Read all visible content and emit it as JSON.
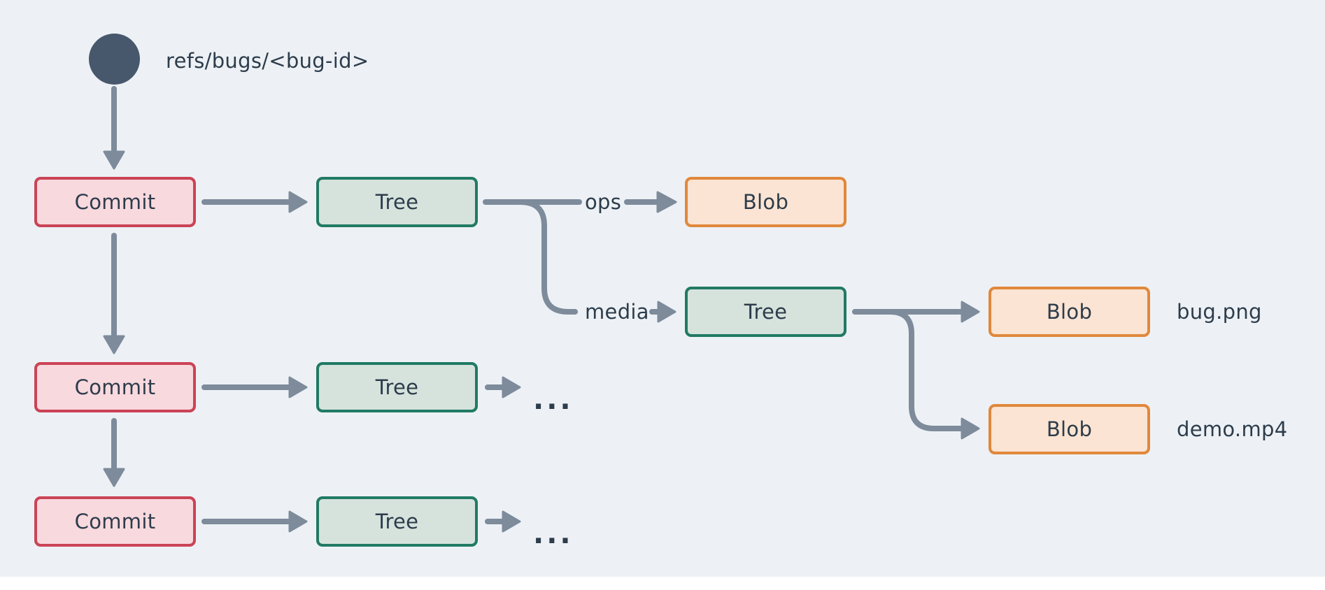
{
  "ref": {
    "label": "refs/bugs/<bug-id>"
  },
  "nodes": {
    "commit_1": "Commit",
    "commit_2": "Commit",
    "commit_3": "Commit",
    "tree_root_1": "Tree",
    "tree_root_2": "Tree",
    "tree_root_3": "Tree",
    "tree_media": "Tree",
    "blob_ops": "Blob",
    "blob_bug": "Blob",
    "blob_demo": "Blob"
  },
  "edge_labels": {
    "ops": "ops",
    "media": "media"
  },
  "file_labels": {
    "bug_png": "bug.png",
    "demo_mp4": "demo.mp4"
  },
  "ellipsis": {
    "row_2": "...",
    "row_3": "..."
  },
  "colors": {
    "background": "#edf1f5",
    "connector": "#7d8b9b",
    "text": "#2d3c4b",
    "ref_circle": "#47586c",
    "commit_fill": "#f8d9de",
    "commit_border": "#cb4356",
    "tree_fill": "#d6e3dd",
    "tree_border": "#217a64",
    "blob_fill": "#fbe4d3",
    "blob_border": "#e0883c"
  }
}
